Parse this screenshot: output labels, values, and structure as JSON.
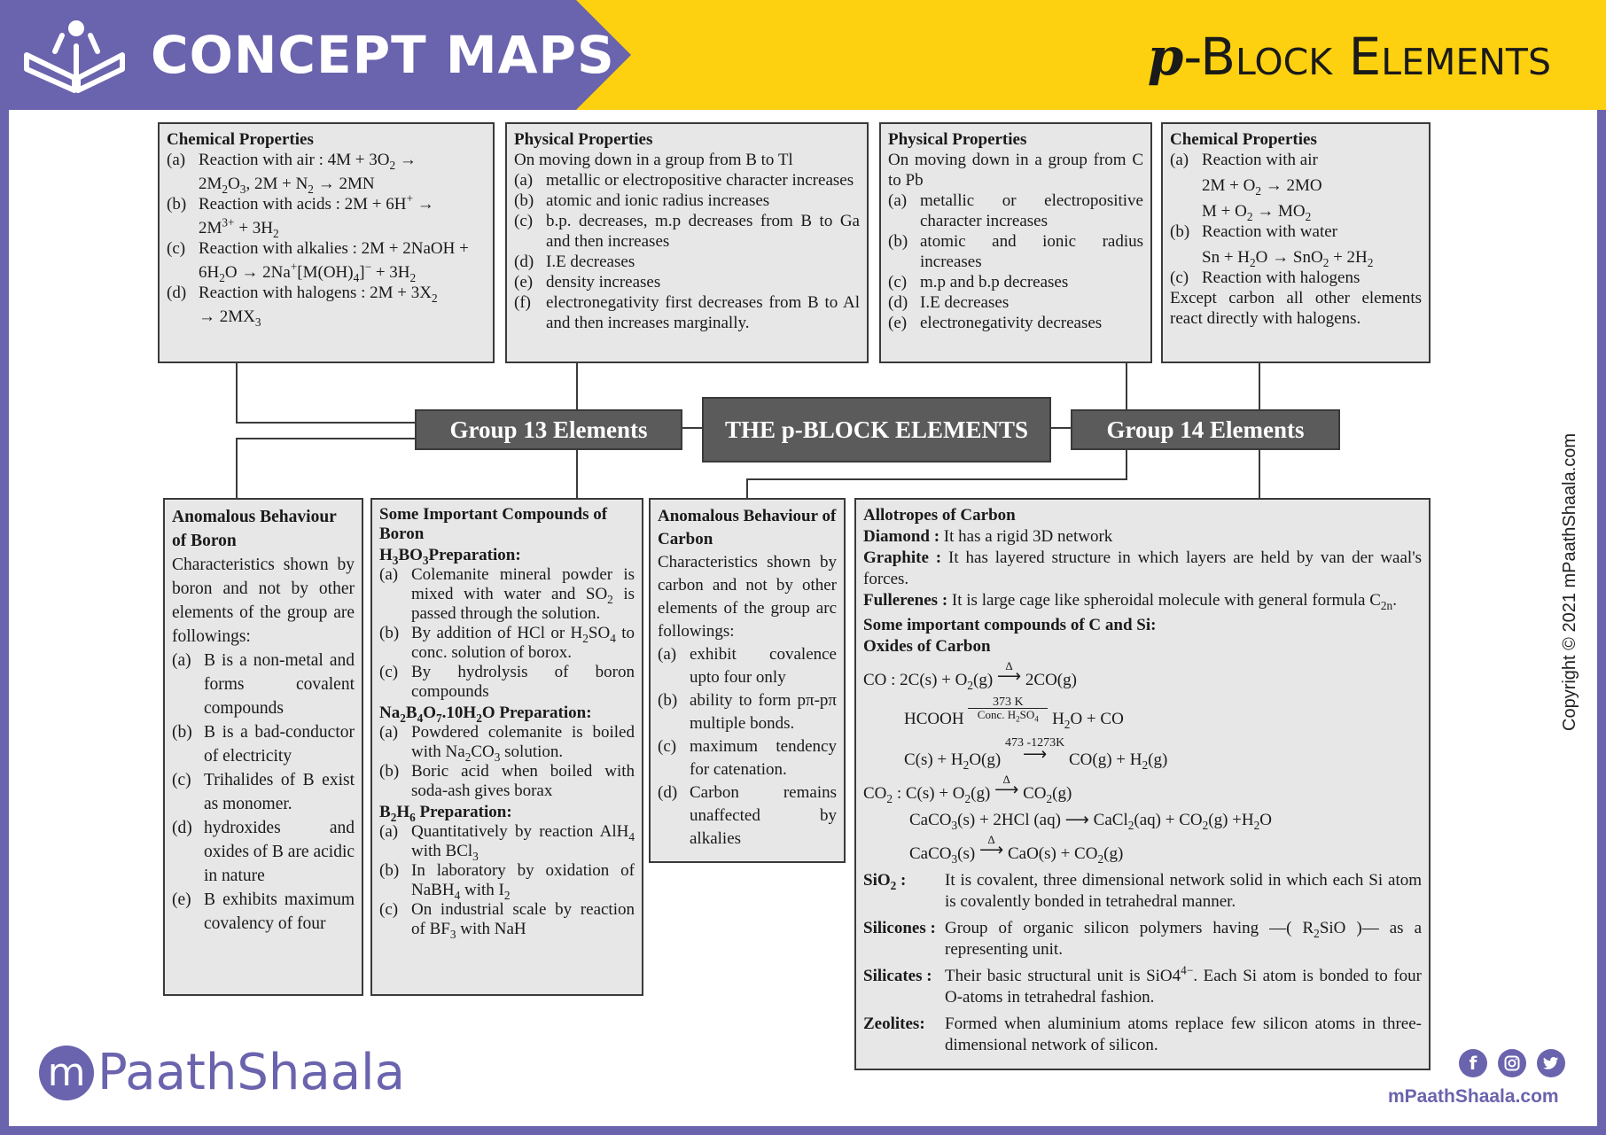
{
  "banner": {
    "left_title": "CONCEPT MAPS",
    "right_title_p": "p",
    "right_title_rest": "-Block Elements",
    "colors": {
      "purple": "#6a63ad",
      "yellow": "#fdd10f"
    }
  },
  "hubs": {
    "center": "THE p-BLOCK ELEMENTS",
    "group13": "Group 13 Elements",
    "group14": "Group 14 Elements"
  },
  "g13_chem": {
    "title": "Chemical Properties",
    "items": [
      {
        "label": "(a)",
        "html": "Reaction with air : 4M + 3O<sub>2</sub> →",
        "cont": "2M<sub>2</sub>O<sub>3</sub>, 2M + N<sub>2</sub> → 2MN"
      },
      {
        "label": "(b)",
        "html": "Reaction with acids : 2M + 6H<sup>+</sup> →",
        "cont": "2M<sup>3+</sup> + 3H<sub>2</sub>"
      },
      {
        "label": "(c)",
        "html": "Reaction with alkalies : 2M + 2NaOH +",
        "cont": "6H<sub>2</sub>O → 2Na<sup>+</sup>[M(OH)<sub>4</sub>]<sup>−</sup> + 3H<sub>2</sub>"
      },
      {
        "label": "(d)",
        "html": "Reaction with halogens : 2M + 3X<sub>2</sub>",
        "cont": "→ 2MX<sub>3</sub>"
      }
    ]
  },
  "g13_phys": {
    "title": "Physical Properties",
    "intro": "On moving down in a group from B to Tl",
    "items": [
      {
        "label": "(a)",
        "text": "metallic or electropositive character increases"
      },
      {
        "label": "(b)",
        "text": "atomic and ionic radius increases"
      },
      {
        "label": "(c)",
        "text": "b.p. decreases, m.p decreases from B to Ga and then increases"
      },
      {
        "label": "(d)",
        "text": "I.E decreases"
      },
      {
        "label": "(e)",
        "text": "density increases"
      },
      {
        "label": "(f)",
        "text": "electronegativity first decreases from B to Al and then increases marginally."
      }
    ]
  },
  "g14_phys": {
    "title": "Physical Properties",
    "intro": "On moving down in a group from C to Pb",
    "items": [
      {
        "label": "(a)",
        "text": "metallic or electropositive character increases"
      },
      {
        "label": "(b)",
        "text": "atomic and ionic radius increases"
      },
      {
        "label": "(c)",
        "text": "m.p and b.p decreases"
      },
      {
        "label": "(d)",
        "text": "I.E decreases"
      },
      {
        "label": "(e)",
        "text": "electronegativity decreases"
      }
    ]
  },
  "g14_chem": {
    "title": "Chemical Properties",
    "a_label": "(a)",
    "a_text": "Reaction with air",
    "a_eq1": "2M + O<sub>2</sub> → 2MO",
    "a_eq2": "M + O<sub>2</sub> → MO<sub>2</sub>",
    "b_label": "(b)",
    "b_text": "Reaction with water",
    "b_eq": "Sn + H<sub>2</sub>O → SnO<sub>2</sub> + 2H<sub>2</sub>",
    "c_label": "(c)",
    "c_text": "Reaction with halogens",
    "note": "Except carbon all other elements react directly with halogens."
  },
  "boron_anom": {
    "title": "Anomalous Behaviour of Boron",
    "intro": "Characteristics shown by boron and not by other elements of the group are followings:",
    "items": [
      {
        "label": "(a)",
        "text": "B is a non-metal and forms covalent compounds"
      },
      {
        "label": "(b)",
        "text": "B is a bad-conductor of electricity"
      },
      {
        "label": "(c)",
        "text": "Trihalides of B exist as monomer."
      },
      {
        "label": "(d)",
        "text": "hydroxides and oxides of B are acidic in nature"
      },
      {
        "label": "(e)",
        "text": "B exhibits maximum covalency of four"
      }
    ]
  },
  "boron_comp": {
    "title": "Some Important Compounds of Boron",
    "sections": [
      {
        "head": "H<sub>3</sub>BO<sub>3</sub>Preparation:",
        "items": [
          {
            "label": "(a)",
            "html": "Colemanite mineral powder is mixed with water and SO<sub>2</sub> is passed through the solution."
          },
          {
            "label": "(b)",
            "html": "By addition of HCl or H<sub>2</sub>SO<sub>4</sub> to conc. solution of borox."
          },
          {
            "label": "(c)",
            "html": "By hydrolysis of boron compounds"
          }
        ]
      },
      {
        "head": "Na<sub>2</sub>B<sub>4</sub>O<sub>7</sub>.10H<sub>2</sub>O Preparation:",
        "items": [
          {
            "label": "(a)",
            "html": "Powdered colemanite is boiled with Na<sub>2</sub>CO<sub>3</sub> solution."
          },
          {
            "label": "(b)",
            "html": "Boric acid when boiled with soda-ash gives borax"
          }
        ]
      },
      {
        "head": "B<sub>2</sub>H<sub>6</sub> Preparation:",
        "items": [
          {
            "label": "(a)",
            "html": "Quantitatively by reaction AlH<sub>4</sub> with BCl<sub>3</sub>"
          },
          {
            "label": "(b)",
            "html": "In laboratory by oxidation of NaBH<sub>4</sub> with I<sub>2</sub>"
          },
          {
            "label": "(c)",
            "html": "On industrial scale by reaction of BF<sub>3</sub> with NaH"
          }
        ]
      }
    ]
  },
  "carbon_anom": {
    "title": "Anomalous Behaviour of Carbon",
    "intro": "Characteristics shown by carbon and not by other elements of the group arc followings:",
    "items": [
      {
        "label": "(a)",
        "text": "exhibit covalence upto four only"
      },
      {
        "label": "(b)",
        "text": "ability to form pπ-pπ multiple bonds."
      },
      {
        "label": "(c)",
        "text": "maximum tendency for catenation."
      },
      {
        "label": "(d)",
        "text": "Carbon remains unaffected by alkalies"
      }
    ]
  },
  "allotropes": {
    "title": "Allotropes of Carbon",
    "diamond_head": "Diamond :",
    "diamond_text": "It has a rigid 3D network",
    "graphite_head": "Graphite :",
    "graphite_text": "It has layered structure in which layers are held by van der waal's forces.",
    "fullerenes_head": "Fullerenes :",
    "fullerenes_html": "It is large cage like spheroidal molecule with general formula C<sub>2n</sub>.",
    "compounds_head": "Some important compounds of C and Si:",
    "oxides_head": "Oxides of Carbon",
    "co_1": "CO : 2C(s) + O<sub>2</sub>(g) <span style=\"display:inline-block;text-align:center;line-height:12px;vertical-align:4px\"><span style=\"font-size:13px;display:block\">Δ</span>⟶</span> 2CO(g)",
    "co_2": "HCOOH <span style=\"display:inline-block;text-align:center;line-height:13px;vertical-align:6px\"><span style=\"font-size:14px;display:block\">373 K</span><span style=\"display:block;border-top:1px solid #222;width:90px\"></span><span style=\"font-size:13px;display:block\">Conc. H<sub>2</sub>SO<sub>4</sub></span></span> H<sub>2</sub>O + CO",
    "co_3": "C(s) + H<sub>2</sub>O(g) <span style=\"display:inline-block;text-align:center;line-height:13px;vertical-align:6px\"><span style=\"font-size:14px;display:block\">473 -1273K</span><span style=\"display:block\">⟶</span></span> CO(g) + H<sub>2</sub>(g)",
    "co2_1": "CO<sub>2</sub> : C(s) + O<sub>2</sub>(g) <span style=\"display:inline-block;text-align:center;line-height:12px;vertical-align:4px\"><span style=\"font-size:13px;display:block\">Δ</span>⟶</span> CO<sub>2</sub>(g)",
    "co2_2": "CaCO<sub>3</sub>(s) + 2HCl (aq) ⟶ CaCl<sub>2</sub>(aq) + CO<sub>2</sub>(g) +H<sub>2</sub>O",
    "co2_3": "CaCO<sub>3</sub>(s) <span style=\"display:inline-block;text-align:center;line-height:12px;vertical-align:4px\"><span style=\"font-size:13px;display:block\">Δ</span>⟶</span> CaO(s) + CO<sub>2</sub>(g)",
    "sio2_head": "SiO<sub>2</sub> :",
    "sio2_text": "It is covalent, three dimensional network solid in which each Si atom is covalently bonded in tetrahedral manner.",
    "silicones_head": "Silicones :",
    "silicones_html": "Group of organic silicon polymers having —( R<sub>2</sub>SiO )— as a representing unit.",
    "silicates_head": "Silicates :",
    "silicates_html": "Their basic structural unit is SiO4<sup>4−</sup>. Each Si atom is bonded to four O-atoms in tetrahedral fashion.",
    "zeolites_head": "Zeolites:",
    "zeolites_text": "Formed when aluminium atoms replace few silicon atoms in three-dimensional network of silicon."
  },
  "footer": {
    "brand": "PaathShaala",
    "brand_m": "m",
    "site": "mPaathShaala.com",
    "copyright": "Copyright © 2021 mPaathShaala.com",
    "social": [
      "facebook-icon",
      "instagram-icon",
      "twitter-icon"
    ]
  }
}
